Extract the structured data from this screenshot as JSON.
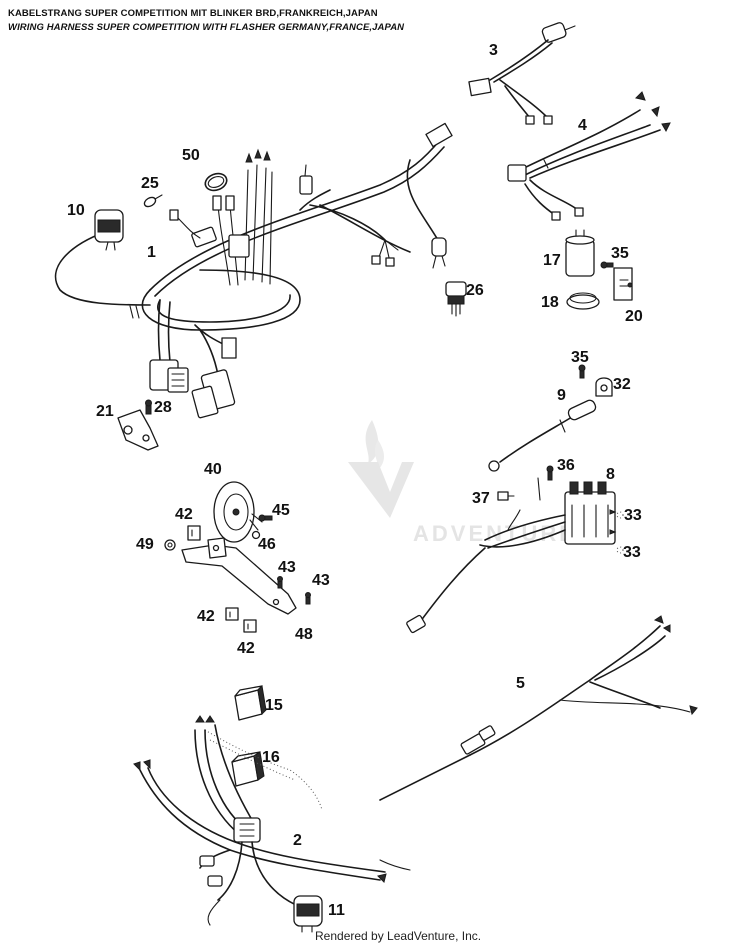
{
  "header": {
    "title_de": "KABELSTRANG SUPER COMPETITION MIT BLINKER BRD,FRANKREICH,JAPAN",
    "title_en": "WIRING HARNESS SUPER COMPETITION WITH FLASHER GERMANY,FRANCE,JAPAN"
  },
  "watermark": {
    "text": "ADVENTURE"
  },
  "footer": {
    "text": "Rendered by LeadVenture, Inc."
  },
  "callouts": {
    "c1": "1",
    "c2": "2",
    "c3": "3",
    "c4": "4",
    "c5": "5",
    "c8": "8",
    "c9": "9",
    "c10": "10",
    "c11": "11",
    "c15": "15",
    "c16": "16",
    "c17": "17",
    "c18": "18",
    "c20": "20",
    "c21": "21",
    "c25": "25",
    "c26": "26",
    "c28": "28",
    "c32": "32",
    "c33a": "33",
    "c33b": "33",
    "c35a": "35",
    "c35b": "35",
    "c36": "36",
    "c37": "37",
    "c40": "40",
    "c42a": "42",
    "c42b": "42",
    "c42c": "42",
    "c43a": "43",
    "c43b": "43",
    "c45": "45",
    "c46": "46",
    "c48": "48",
    "c49": "49",
    "c50": "50"
  },
  "colors": {
    "ink": "#1a1a1a",
    "background": "#ffffff",
    "watermark": "#e4e4e4"
  }
}
